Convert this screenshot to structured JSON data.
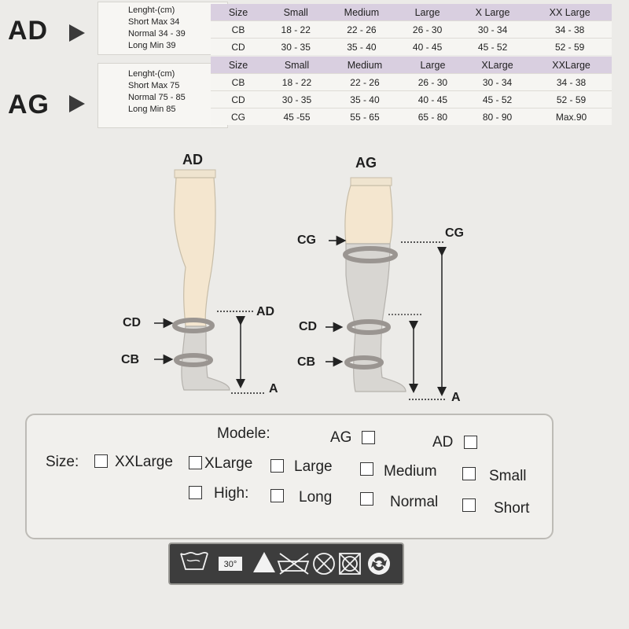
{
  "ad": {
    "code": "AD",
    "length": [
      "Lenght-(cm)",
      "Short Max 34",
      "Normal 34 - 39",
      "Long Min 39"
    ],
    "headers": [
      "Size",
      "Small",
      "Medium",
      "Large",
      "X Large",
      "XX Large"
    ],
    "rows": [
      [
        "CB",
        "18 - 22",
        "22 - 26",
        "26 - 30",
        "30 - 34",
        "34 - 38"
      ],
      [
        "CD",
        "30 - 35",
        "35 - 40",
        "40 - 45",
        "45 - 52",
        "52 - 59"
      ]
    ]
  },
  "ag": {
    "code": "AG",
    "length": [
      "Lenght-(cm)",
      "Short Max 75",
      "Normal 75 - 85",
      "Long Min 85"
    ],
    "headers": [
      "Size",
      "Small",
      "Medium",
      "Large",
      "XLarge",
      "XXLarge"
    ],
    "rows": [
      [
        "CB",
        "18 - 22",
        "22 - 26",
        "26 - 30",
        "30 - 34",
        "34 - 38"
      ],
      [
        "CD",
        "30 - 35",
        "35 - 40",
        "40 - 45",
        "45 - 52",
        "52 - 59"
      ],
      [
        "CG",
        "45 -55",
        "55 - 65",
        "65 - 80",
        "80 - 90",
        "Max.90"
      ]
    ]
  },
  "diagram": {
    "ad_title": "AD",
    "ag_title": "AG",
    "labels": {
      "cd": "CD",
      "cb": "CB",
      "cg": "CG",
      "ad": "AD",
      "a": "A"
    }
  },
  "form": {
    "model_label": "Modele:",
    "model_ag": "AG",
    "model_ad": "AD",
    "size_label": "Size:",
    "sizes": [
      "XXLarge",
      "XLarge",
      "Large",
      "Medium",
      "Small"
    ],
    "high_label": "High:",
    "highs": [
      "Long",
      "Normal",
      "Short"
    ]
  },
  "care": {
    "temp": "30°",
    "icons": [
      "wash-30-icon",
      "bleach-allowed-icon",
      "no-tumble-dry-icon",
      "no-dry-clean-icon",
      "no-tumble-dryer-icon",
      "recycle-icon"
    ]
  },
  "colors": {
    "legSkin": "#f4e6cf",
    "legGrey": "#d8d6d2",
    "ring": "#9a9591",
    "tableHeader": "#d9cfe0"
  }
}
